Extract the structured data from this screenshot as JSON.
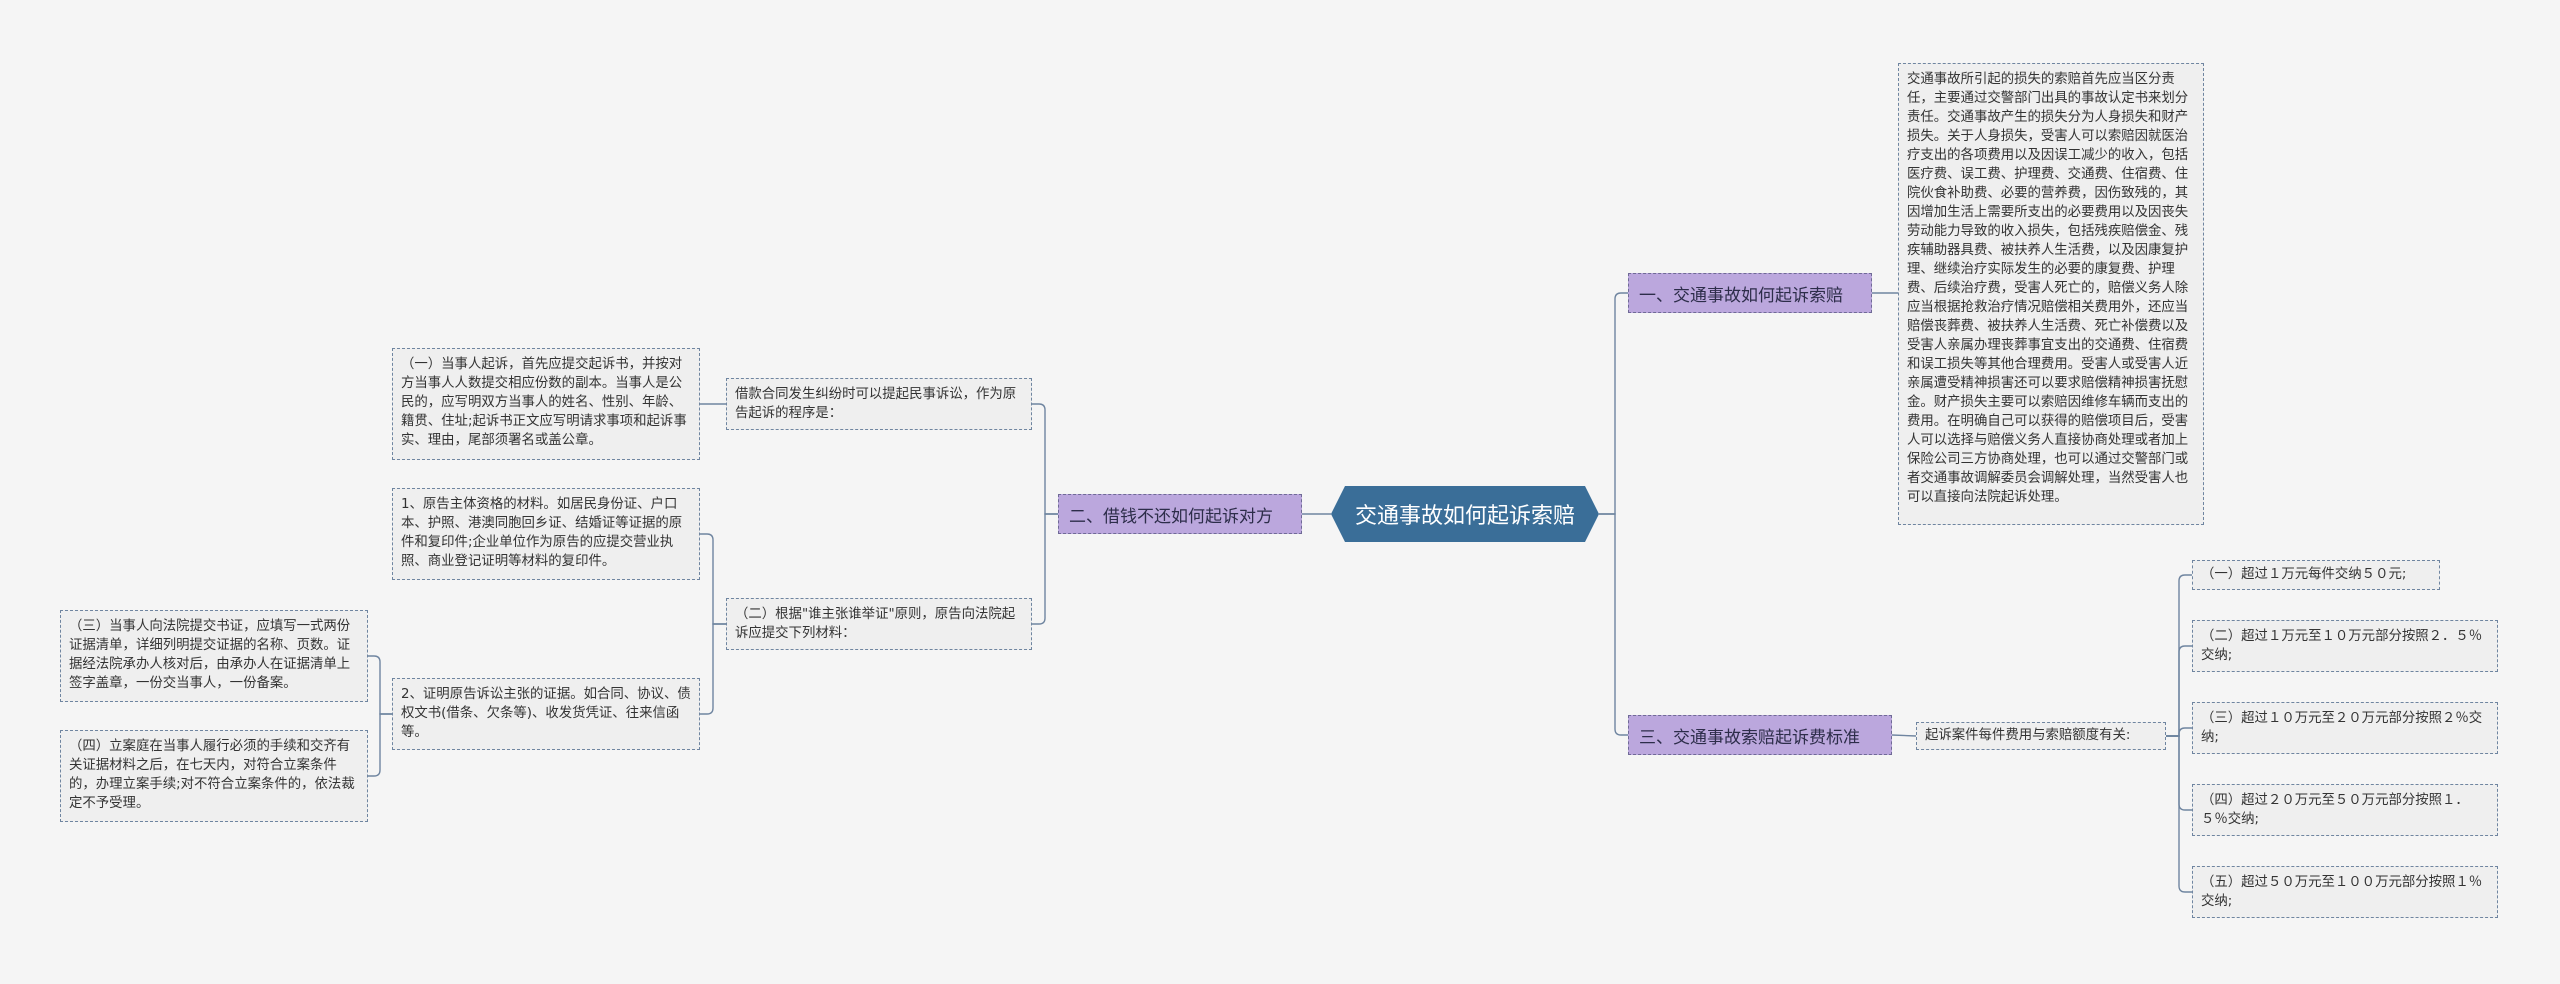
{
  "root": {
    "label": "交通事故如何起诉索赔"
  },
  "branches": {
    "b1": {
      "label": "一、交通事故如何起诉索赔"
    },
    "b2": {
      "label": "二、借钱不还如何起诉对方"
    },
    "b3": {
      "label": "三、交通事故索赔起诉费标准"
    }
  },
  "nodes": {
    "b1_detail": "交通事故所引起的损失的索赔首先应当区分责任，主要通过交警部门出具的事故认定书来划分责任。交通事故产生的损失分为人身损失和财产损失。关于人身损失，受害人可以索赔因就医治疗支出的各项费用以及因误工减少的收入，包括医疗费、误工费、护理费、交通费、住宿费、住院伙食补助费、必要的营养费，因伤致残的，其因增加生活上需要所支出的必要费用以及因丧失劳动能力导致的收入损失，包括残疾赔偿金、残疾辅助器具费、被扶养人生活费，以及因康复护理、继续治疗实际发生的必要的康复费、护理费、后续治疗费，受害人死亡的，赔偿义务人除应当根据抢救治疗情况赔偿相关费用外，还应当赔偿丧葬费、被扶养人生活费、死亡补偿费以及受害人亲属办理丧葬事宜支出的交通费、住宿费和误工损失等其他合理费用。受害人或受害人近亲属遭受精神损害还可以要求赔偿精神损害抚慰金。财产损失主要可以索赔因维修车辆而支出的费用。在明确自己可以获得的赔偿项目后，受害人可以选择与赔偿义务人直接协商处理或者加上保险公司三方协商处理，也可以通过交警部门或者交通事故调解委员会调解处理，当然受害人也可以直接向法院起诉处理。",
    "b2_a": "借款合同发生纠纷时可以提起民事诉讼，作为原告起诉的程序是：",
    "b2_b": "（二）根据\"谁主张谁举证\"原则，原告向法院起诉应提交下列材料：",
    "b2_a1": "（一）当事人起诉，首先应提交起诉书，并按对方当事人人数提交相应份数的副本。当事人是公民的，应写明双方当事人的姓名、性别、年龄、籍贯、住址;起诉书正文应写明请求事项和起诉事实、理由，尾部须署名或盖公章。",
    "b2_b1": "1、原告主体资格的材料。如居民身份证、户口本、护照、港澳同胞回乡证、结婚证等证据的原件和复印件;企业单位作为原告的应提交营业执照、商业登记证明等材料的复印件。",
    "b2_b2": "2、证明原告诉讼主张的证据。如合同、协议、债权文书(借条、欠条等)、收发货凭证、往来信函等。",
    "b2_b2a": "（三）当事人向法院提交书证，应填写一式两份证据清单，详细列明提交证据的名称、页数。证据经法院承办人核对后，由承办人在证据清单上签字盖章，一份交当事人，一份备案。",
    "b2_b2b": "（四）立案庭在当事人履行必须的手续和交齐有关证据材料之后，在七天内，对符合立案条件的，办理立案手续;对不符合立案条件的，依法裁定不予受理。",
    "b3_a": "起诉案件每件费用与索赔额度有关:",
    "b3_1": "（一）超过１万元每件交纳５０元;",
    "b3_2": "（二）超过１万元至１０万元部分按照２．５％交纳;",
    "b3_3": "（三）超过１０万元至２０万元部分按照２％交纳;",
    "b3_4": "（四）超过２０万元至５０万元部分按照１．５％交纳;",
    "b3_5": "（五）超过５０万元至１００万元部分按照１％交纳;"
  }
}
